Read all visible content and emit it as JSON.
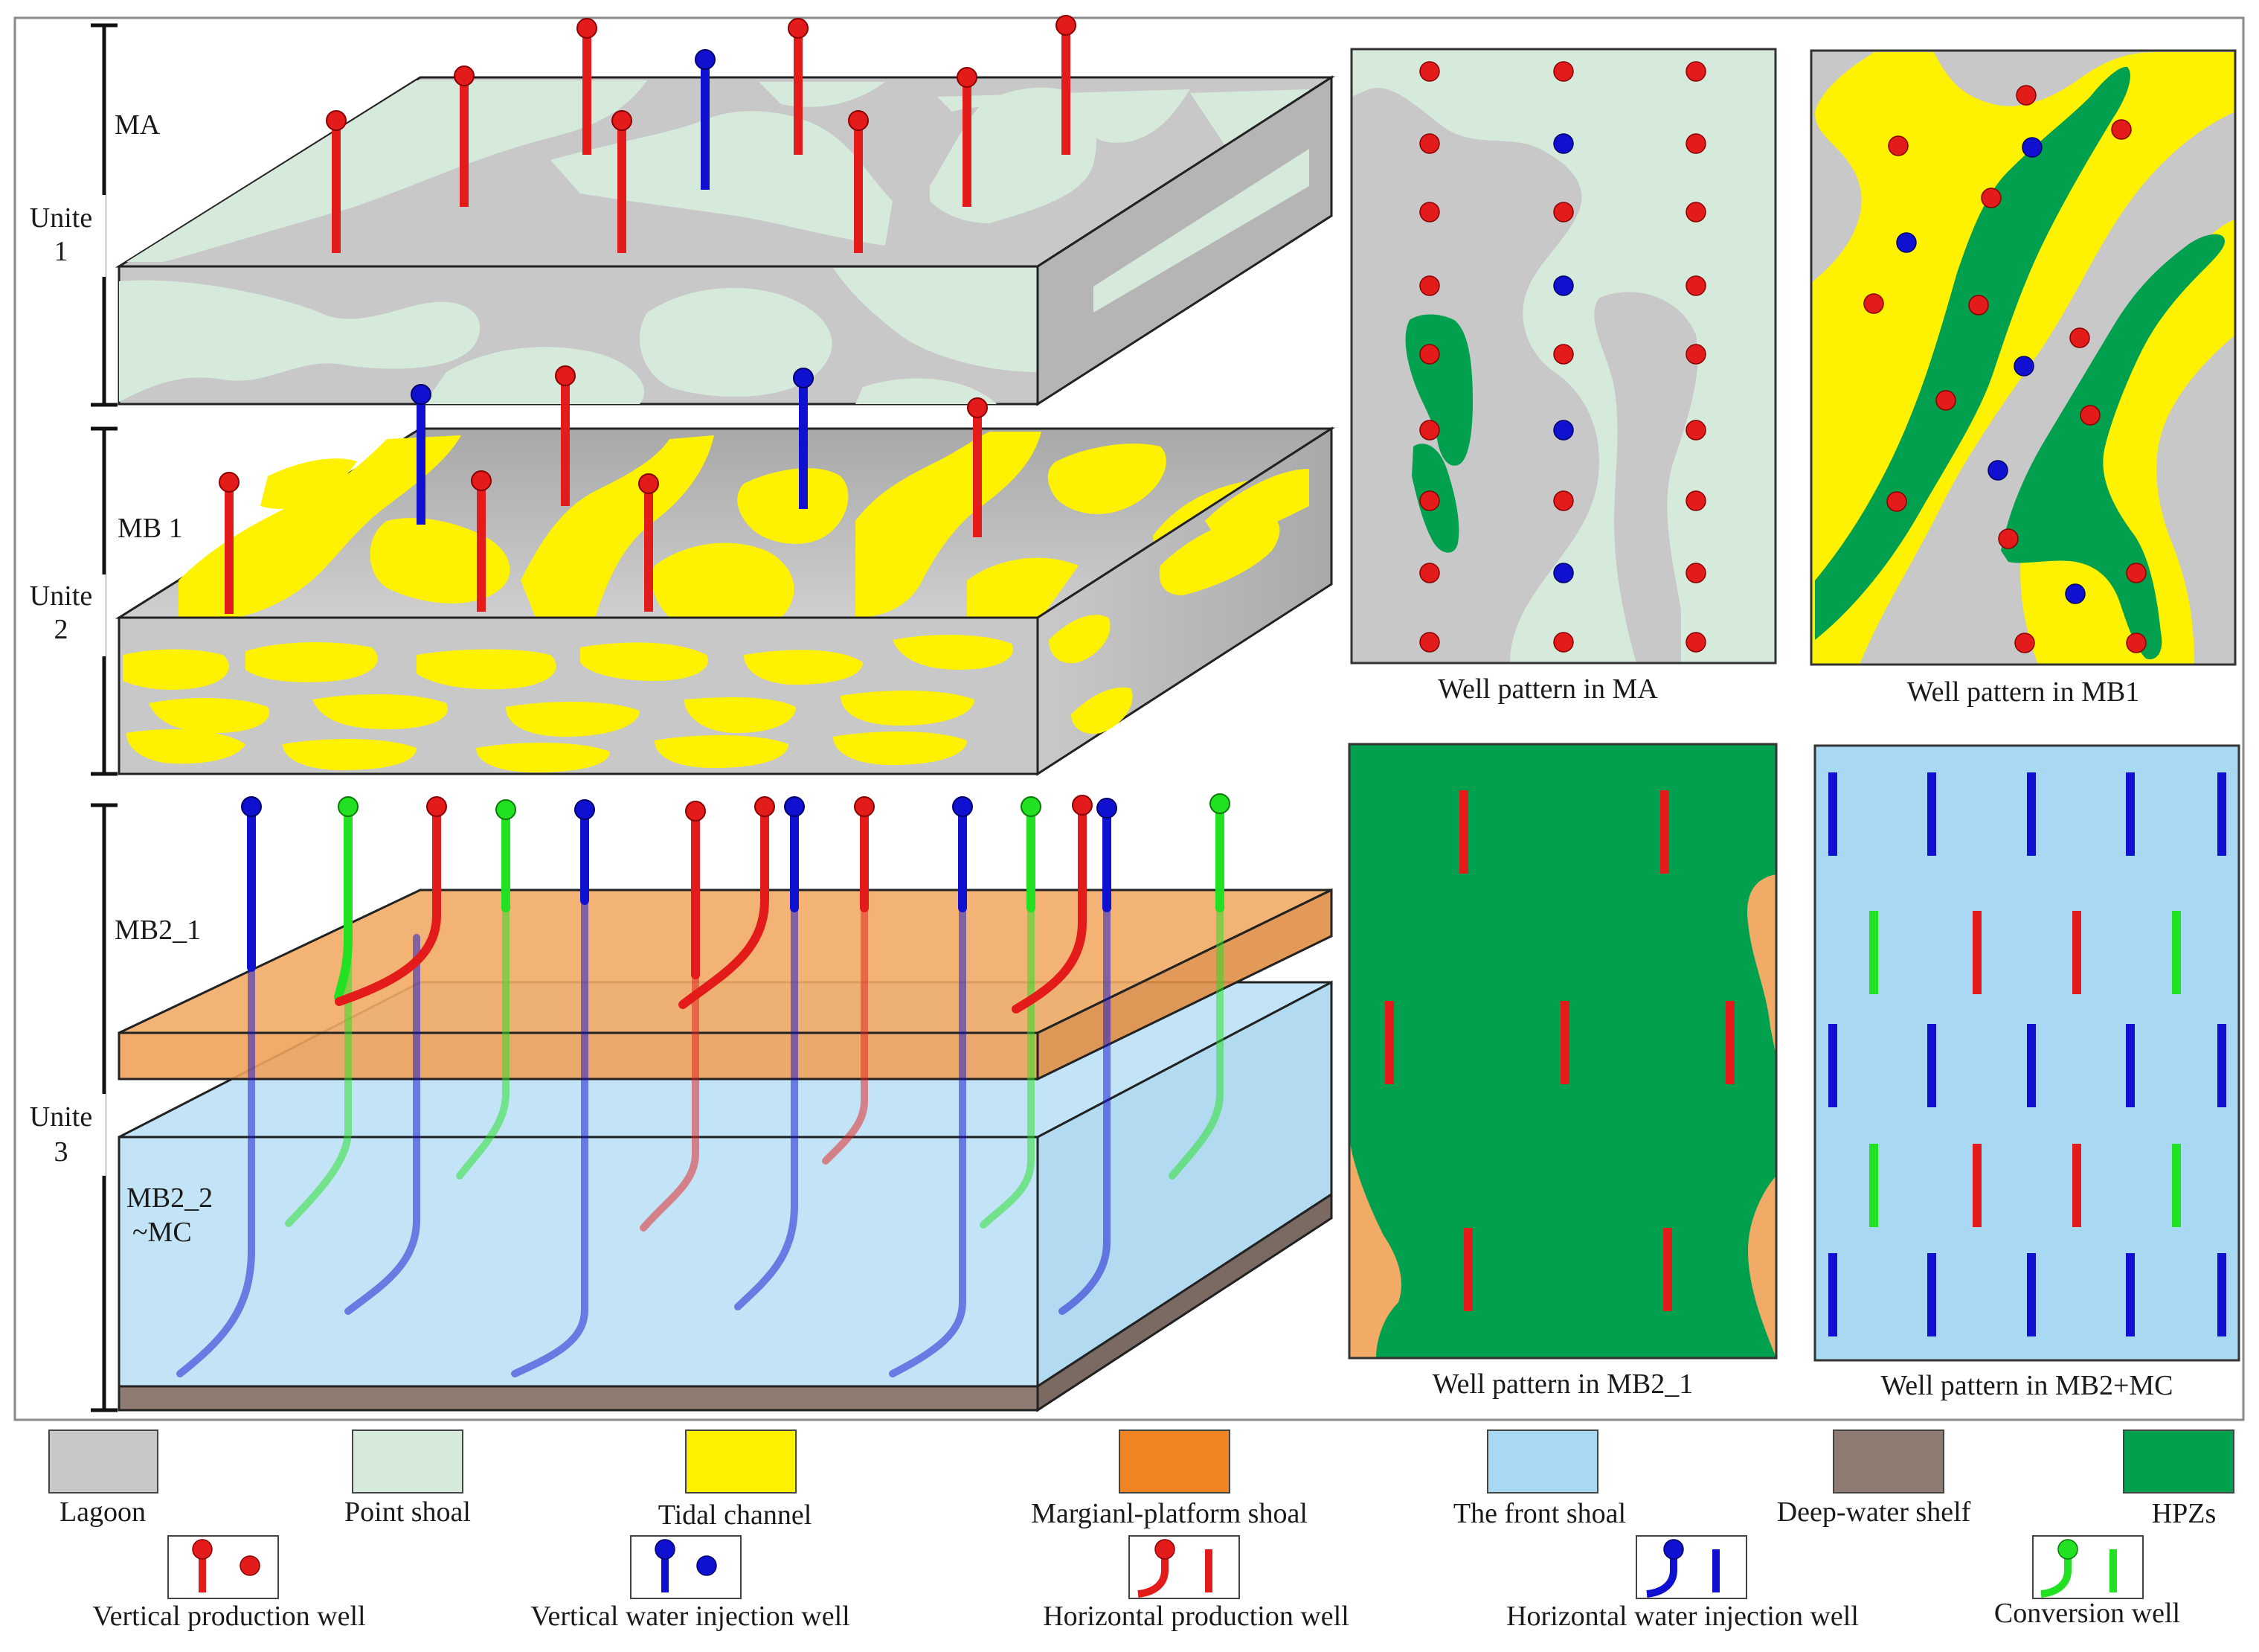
{
  "units": {
    "unit1": [
      "Unite",
      "1"
    ],
    "unit2": [
      "Unite",
      "2"
    ],
    "unit3": [
      "Unite",
      "3"
    ]
  },
  "layers": {
    "ma": "MA",
    "mb1": "MB 1",
    "mb2_1": "MB2_1",
    "mb2_2": [
      "MB2_2",
      "~MC"
    ]
  },
  "panels": {
    "ma": "Well pattern in MA",
    "mb1": "Well pattern in MB1",
    "mb2_1": "Well pattern in MB2_1",
    "mb2_mc": "Well pattern in MB2+MC"
  },
  "legend": {
    "facies": [
      {
        "label": "Lagoon",
        "color": "#c8c8c8"
      },
      {
        "label": "Point shoal",
        "color": "#d6eadb"
      },
      {
        "label": "Tidal channel",
        "color": "#fff200"
      },
      {
        "label": "Margianl-platform shoal",
        "color": "#ef8522"
      },
      {
        "label": "The  front  shoal",
        "color": "#a9d8f2"
      },
      {
        "label": "Deep-water  shelf",
        "color": "#8e7b72"
      },
      {
        "label": "HPZs",
        "color": "#00a04e"
      }
    ],
    "wells": [
      {
        "label": "Vertical production  well",
        "color": "#e41b1b"
      },
      {
        "label": "Vertical water injection  well",
        "color": "#1010d0"
      },
      {
        "label": "Horizontal production  well",
        "color": "#e41b1b"
      },
      {
        "label": "Horizontal water injection  well",
        "color": "#1010d0"
      },
      {
        "label": "Conversion well",
        "color": "#22e022"
      }
    ]
  },
  "colors": {
    "lagoon": "#c8c8c8",
    "point_shoal": "#d6eadb",
    "tidal": "#fff200",
    "platform_shoal": "#f2ab66",
    "front_shoal": "#c3e4f6",
    "deep_shelf": "#8e7b72",
    "hpz": "#00a04e",
    "production": "#e41b1b",
    "injection": "#1010d0",
    "conversion": "#22e022"
  }
}
